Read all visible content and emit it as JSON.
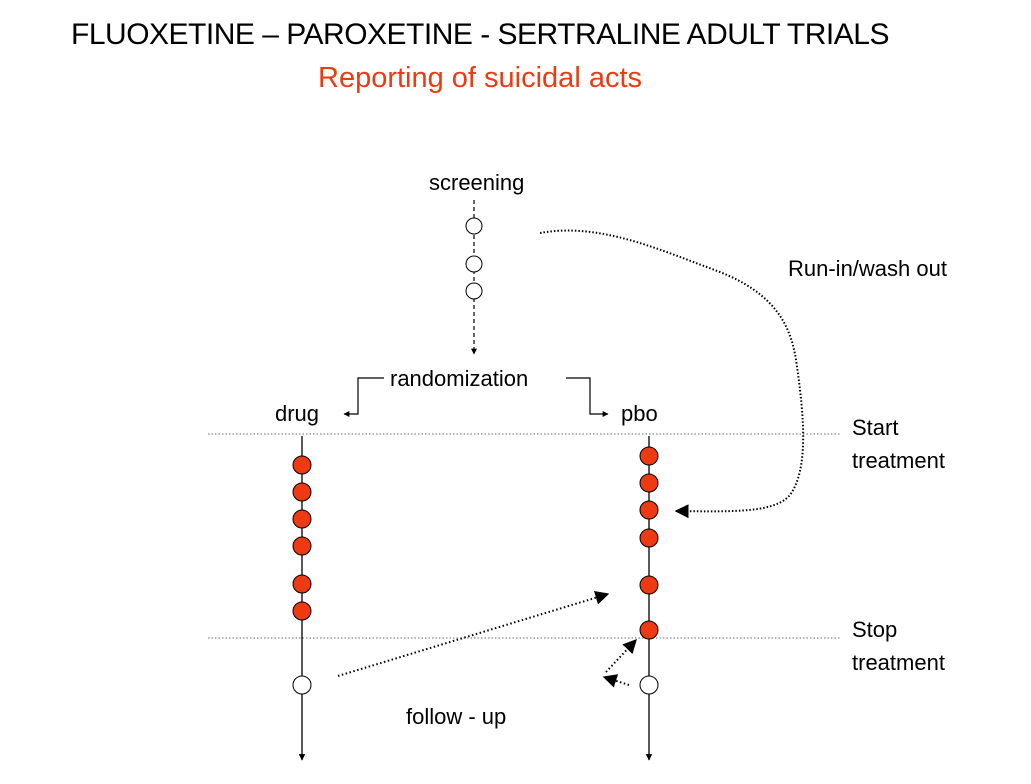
{
  "title": "FLUOXETINE – PAROXETINE - SERTRALINE ADULT TRIALS",
  "subtitle": "Reporting of suicidal acts",
  "labels": {
    "screening": "screening",
    "randomization": "randomization",
    "drug": "drug",
    "pbo": "pbo",
    "run_in": "Run-in/wash out",
    "start_1": "Start",
    "start_2": "treatment",
    "stop_1": "Stop",
    "stop_2": "treatment",
    "follow_up": "follow - up"
  },
  "colors": {
    "event": "#ee3a12",
    "subtitle": "#ee3a12"
  }
}
